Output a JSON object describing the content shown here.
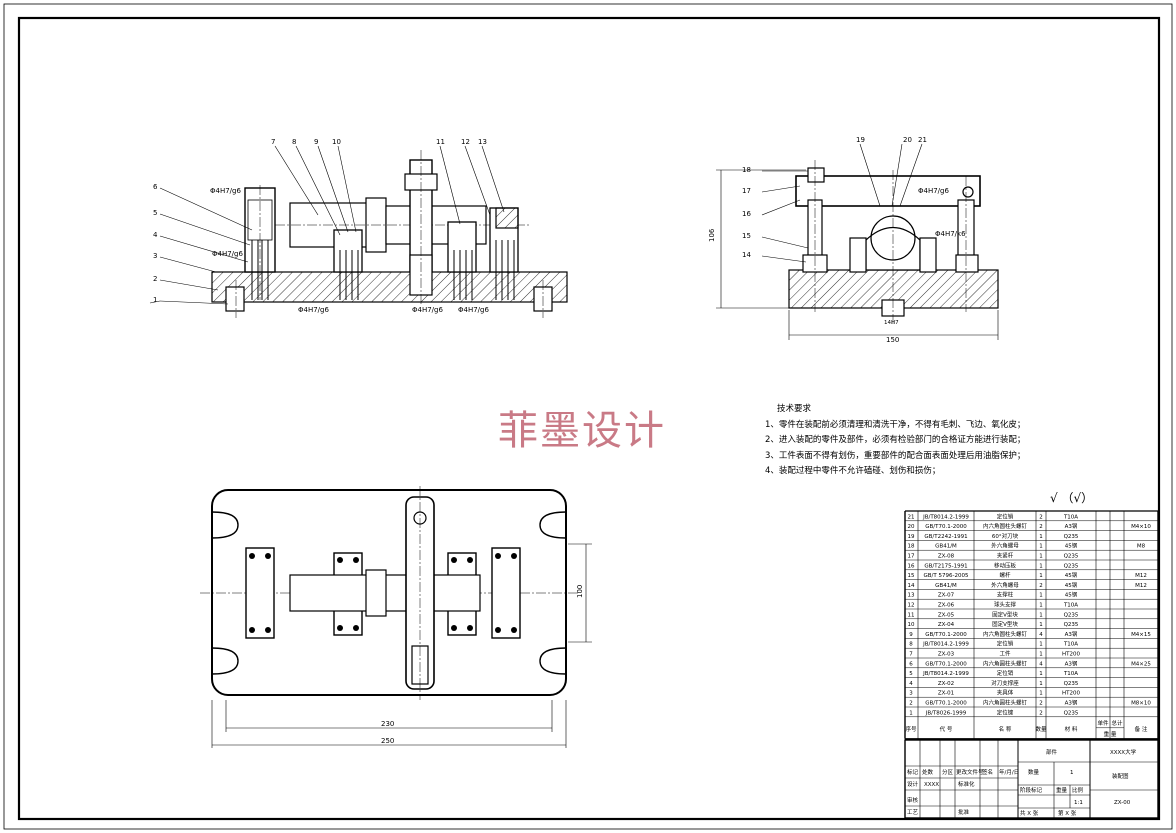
{
  "watermark": "菲墨设计",
  "check_mark": "√ （√）",
  "tech_requirements": {
    "title": "技术要求",
    "items": [
      "1、零件在装配前必须清理和清洗干净，不得有毛刺、飞边、氧化皮；",
      "2、进入装配的零件及部件，必须有检验部门的合格证方能进行装配；",
      "3、工件表面不得有划伤，重要部件的配合面表面处理后用油脂保护；",
      "4、装配过程中零件不允许磕碰、划伤和损伤；"
    ]
  },
  "front_view": {
    "balloons": [
      "1",
      "2",
      "3",
      "4",
      "5",
      "6",
      "7",
      "8",
      "9",
      "10",
      "11",
      "12",
      "13"
    ],
    "fits": [
      "Φ4H7/g6",
      "Φ4H7/g6",
      "Φ4H7/g6",
      "Φ4H7/g6",
      "Φ4H7/g6"
    ]
  },
  "side_view": {
    "balloons": [
      "14",
      "15",
      "16",
      "17",
      "18",
      "19",
      "20",
      "21"
    ],
    "fits": [
      "Φ4H7/g6",
      "Φ4H7/k6"
    ],
    "dim_height": "106",
    "dim_width": "150",
    "key_fit": "14H7"
  },
  "top_view": {
    "dim_inner": "230",
    "dim_outer": "250",
    "dim_height": "100"
  },
  "bom": {
    "rows": [
      {
        "no": "21",
        "code": "JB/T8014.2-1999",
        "name": "定位销",
        "qty": "2",
        "mat": "T10A",
        "note": ""
      },
      {
        "no": "20",
        "code": "GB/T70.1-2000",
        "name": "内六角圆柱头螺钉",
        "qty": "2",
        "mat": "A3钢",
        "note": "M4×10"
      },
      {
        "no": "19",
        "code": "GB/T2242-1991",
        "name": "60°对刀块",
        "qty": "1",
        "mat": "Q235",
        "note": ""
      },
      {
        "no": "18",
        "code": "GB41/M",
        "name": "外六角螺母",
        "qty": "1",
        "mat": "45钢",
        "note": "M8"
      },
      {
        "no": "17",
        "code": "ZX-08",
        "name": "夹紧杆",
        "qty": "1",
        "mat": "Q235",
        "note": ""
      },
      {
        "no": "16",
        "code": "GB/T2175-1991",
        "name": "移动压板",
        "qty": "1",
        "mat": "Q235",
        "note": ""
      },
      {
        "no": "15",
        "code": "GB/T 5796-2005",
        "name": "螺杆",
        "qty": "1",
        "mat": "45钢",
        "note": "M12"
      },
      {
        "no": "14",
        "code": "GB41/M",
        "name": "外六角螺母",
        "qty": "2",
        "mat": "45钢",
        "note": "M12"
      },
      {
        "no": "13",
        "code": "ZX-07",
        "name": "支撑柱",
        "qty": "1",
        "mat": "45钢",
        "note": ""
      },
      {
        "no": "12",
        "code": "ZX-06",
        "name": "球头支撑",
        "qty": "1",
        "mat": "T10A",
        "note": ""
      },
      {
        "no": "11",
        "code": "ZX-05",
        "name": "固定V型块",
        "qty": "1",
        "mat": "Q235",
        "note": ""
      },
      {
        "no": "10",
        "code": "ZX-04",
        "name": "固定V型块",
        "qty": "1",
        "mat": "Q235",
        "note": ""
      },
      {
        "no": "9",
        "code": "GB/T70.1-2000",
        "name": "内六角圆柱头螺钉",
        "qty": "4",
        "mat": "A3钢",
        "note": "M4×15"
      },
      {
        "no": "8",
        "code": "JB/T8014.2-1999",
        "name": "定位销",
        "qty": "1",
        "mat": "T10A",
        "note": ""
      },
      {
        "no": "7",
        "code": "ZX-03",
        "name": "工件",
        "qty": "1",
        "mat": "HT200",
        "note": ""
      },
      {
        "no": "6",
        "code": "GB/T70.1-2000",
        "name": "内六角圆柱头螺钉",
        "qty": "4",
        "mat": "A3钢",
        "note": "M4×25"
      },
      {
        "no": "5",
        "code": "JB/T8014.2-1999",
        "name": "定位销",
        "qty": "1",
        "mat": "T10A",
        "note": ""
      },
      {
        "no": "4",
        "code": "ZX-02",
        "name": "对刀支撑座",
        "qty": "1",
        "mat": "Q235",
        "note": ""
      },
      {
        "no": "3",
        "code": "ZX-01",
        "name": "夹具体",
        "qty": "1",
        "mat": "HT200",
        "note": ""
      },
      {
        "no": "2",
        "code": "GB/T70.1-2000",
        "name": "内六角圆柱头螺钉",
        "qty": "2",
        "mat": "A3钢",
        "note": "M8×10"
      },
      {
        "no": "1",
        "code": "JB/T8026-1999",
        "name": "定位键",
        "qty": "2",
        "mat": "Q235",
        "note": ""
      }
    ],
    "header": {
      "no": "序号",
      "code": "代 号",
      "name": "名 称",
      "qty": "数量",
      "mat": "材 料",
      "single": "单件",
      "total": "总计",
      "weight": "重 量",
      "note": "备 注"
    }
  },
  "title_block": {
    "part": "部件",
    "school": "XXXX大学",
    "drawing_name": "装配图",
    "drawing_no": "ZX-00",
    "qty_label": "数量",
    "qty_value": "1",
    "stage_label": "阶段标记",
    "weight_label": "重量",
    "scale_label": "比例",
    "scale_value": "1:1",
    "sheet": "共 X 张",
    "sheet2": "第 X 张",
    "rev_cols": [
      "标记",
      "处数",
      "分区",
      "更改文件号",
      "签名",
      "年/月/日"
    ],
    "designer_label": "设计",
    "designer_value": "XXXX",
    "std_label": "标准化",
    "review_label": "审核",
    "process_label": "工艺",
    "approve_label": "批准"
  }
}
